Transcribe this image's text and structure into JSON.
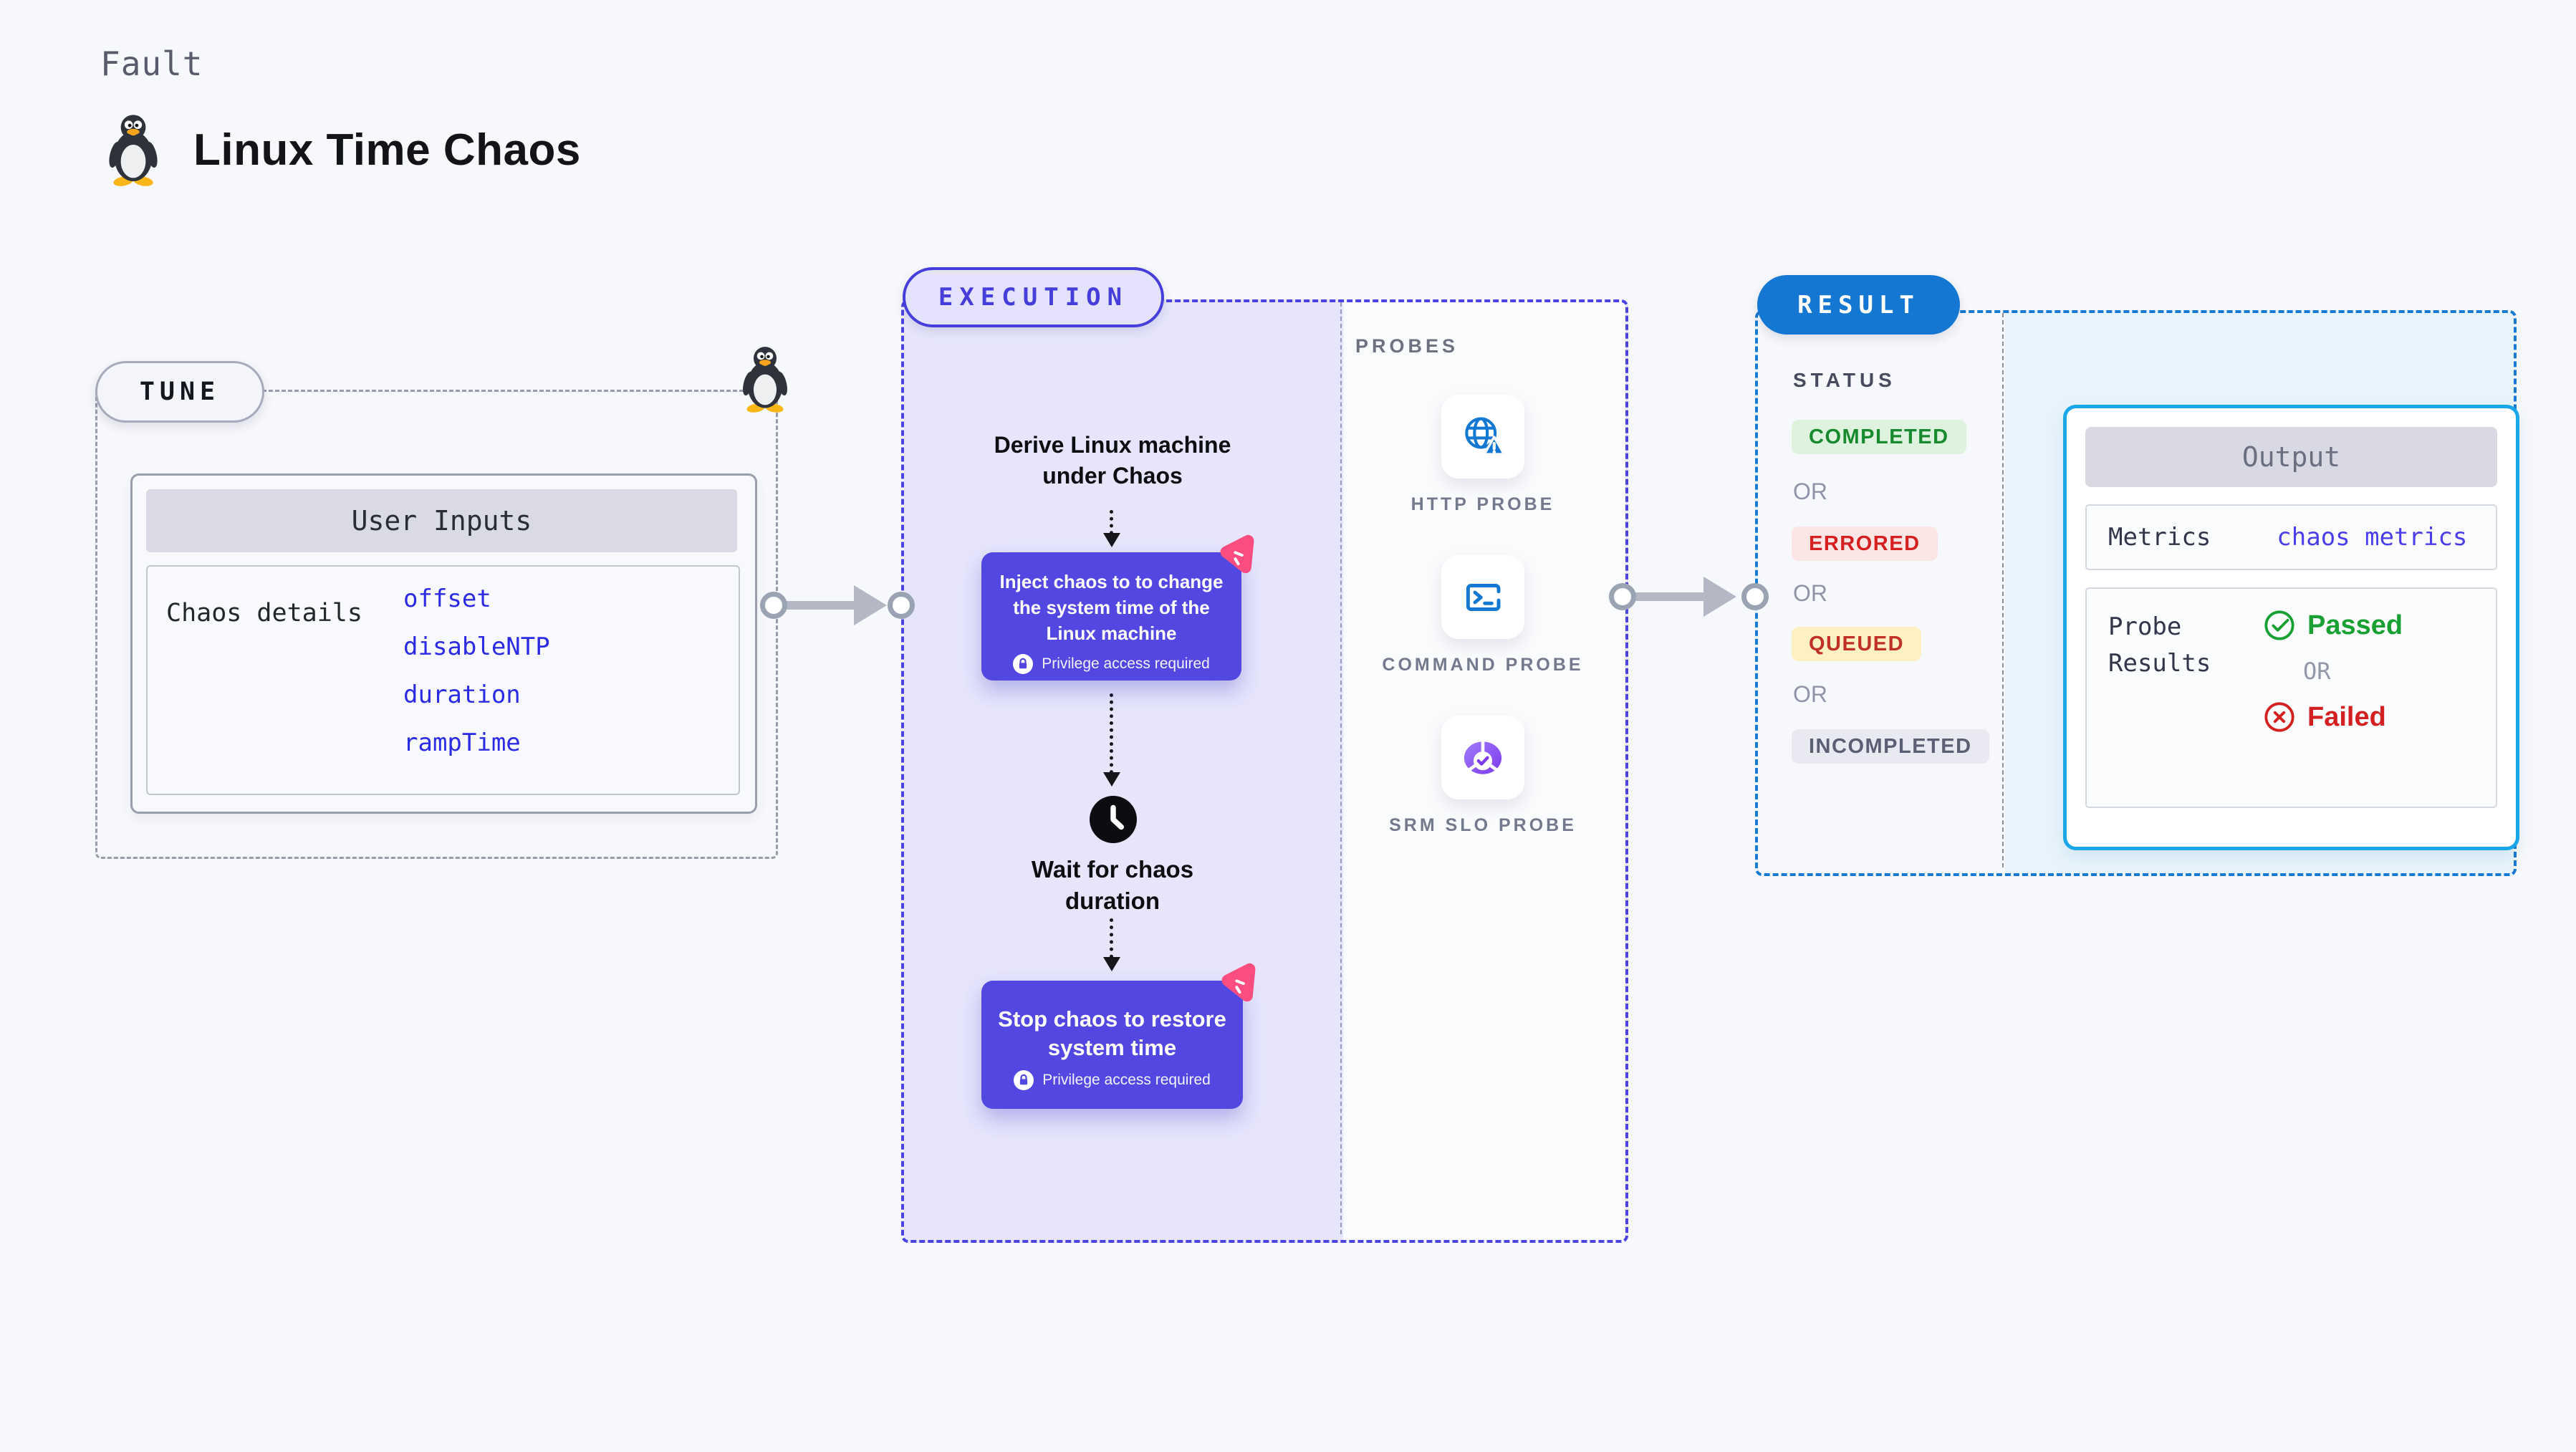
{
  "header": {
    "eyebrow": "Fault",
    "title": "Linux Time Chaos",
    "icon": "tux-penguin-icon"
  },
  "tune": {
    "label": "TUNE",
    "user_inputs_title": "User Inputs",
    "row_label": "Chaos details",
    "links": [
      "offset",
      "disableNTP",
      "duration",
      "rampTime"
    ]
  },
  "execution": {
    "label": "EXECUTION",
    "derive_text": "Derive Linux machine under Chaos",
    "inject": {
      "text": "Inject chaos to to change the system time of the Linux machine",
      "badge": "Privilege access required",
      "badge_icon": "lock-icon",
      "corner_icon": "chaos-logo-icon"
    },
    "wait_text": "Wait for chaos duration",
    "wait_icon": "clock-icon",
    "stop": {
      "text": "Stop chaos to restore system time",
      "badge": "Privilege access required",
      "badge_icon": "lock-icon",
      "corner_icon": "chaos-logo-icon"
    }
  },
  "probes": {
    "label": "PROBES",
    "items": [
      {
        "icon": "http-probe-icon",
        "label": "HTTP PROBE"
      },
      {
        "icon": "command-probe-icon",
        "label": "COMMAND PROBE"
      },
      {
        "icon": "srm-slo-probe-icon",
        "label": "SRM SLO PROBE"
      }
    ]
  },
  "result": {
    "label": "RESULT",
    "status_label": "STATUS",
    "or": "OR",
    "badges": [
      {
        "text": "COMPLETED",
        "bg": "#def3de",
        "color": "#188a2e"
      },
      {
        "text": "ERRORED",
        "bg": "#fce5e5",
        "color": "#d42020"
      },
      {
        "text": "QUEUED",
        "bg": "#fdf1c4",
        "color": "#c03026"
      },
      {
        "text": "INCOMPLETED",
        "bg": "#e9eaf1",
        "color": "#5b5f73"
      }
    ],
    "output": {
      "title": "Output",
      "metrics_label": "Metrics",
      "metrics_value": "chaos metrics",
      "probe_label": "Probe Results",
      "passed": "Passed",
      "passed_icon": "check-circle-icon",
      "or": "OR",
      "failed": "Failed",
      "failed_icon": "x-circle-icon"
    }
  },
  "colors": {
    "page_bg": "#f7f8fb",
    "lavender": "#e6e5fb",
    "accent_indigo": "#5247e1",
    "exec_dash": "#4a43e2",
    "tune_dash": "#979caa",
    "result_pill_blue": "#1478d2",
    "result_dash": "#1779d2",
    "output_border": "#19a7e8",
    "output_bg": "#e8f4fb",
    "link_blue": "#2b2be4",
    "passed_green": "#18a033",
    "failed_red": "#d42020",
    "probe_icon_blue": "#1478d2",
    "srm_purple": "#7c3aed",
    "chaos_pink": "#fb4d80",
    "arrow_gray": "#b4b8c5"
  }
}
